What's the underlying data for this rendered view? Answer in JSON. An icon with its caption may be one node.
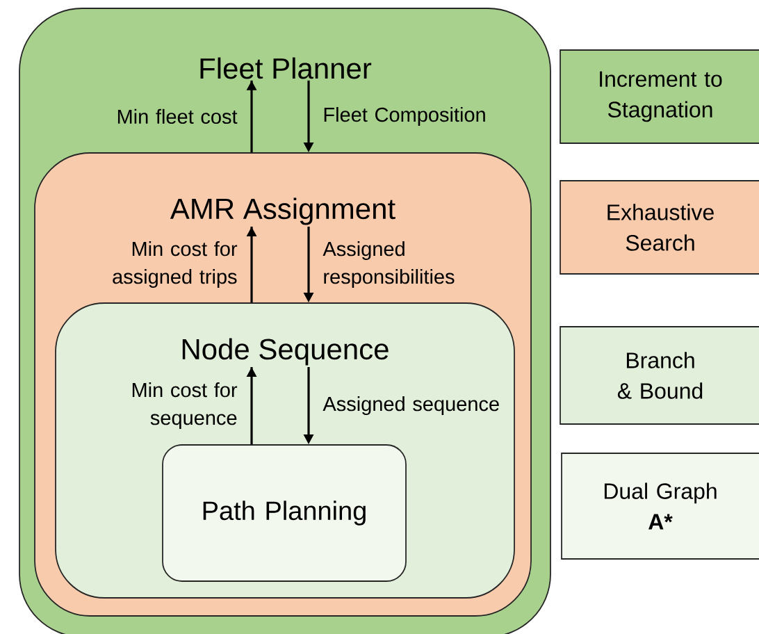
{
  "diagram": {
    "nodes": [
      {
        "text": [
          "Fleet Planner"
        ]
      },
      {
        "text": [
          "AMR Assignment"
        ],
        "in": 0
      },
      {
        "text": [
          "Node Sequence"
        ],
        "in": 1
      },
      {
        "text": [
          "Path Planning"
        ],
        "in": 2
      },
      {
        "text": [
          "Increment to Stagnation"
        ]
      },
      {
        "text": [
          "Exhaustive Search"
        ]
      },
      {
        "text": [
          "Branch & Bound"
        ]
      },
      {
        "text": [
          "Dual Graph",
          "A*"
        ]
      }
    ],
    "edges": [
      {
        "from": 1,
        "to": 0,
        "arrow": "to",
        "label": "Min fleet cost"
      },
      {
        "from": 0,
        "to": 1,
        "arrow": "to",
        "label": "Fleet Composition"
      },
      {
        "from": 2,
        "to": 1,
        "arrow": "to",
        "label": "Min cost for assigned trips"
      },
      {
        "from": 1,
        "to": 2,
        "arrow": "to",
        "label": "Assigned responsibilities"
      },
      {
        "from": 3,
        "to": 2,
        "arrow": "to",
        "label": "Min cost for sequence"
      },
      {
        "from": 2,
        "to": 3,
        "arrow": "to",
        "label": "Assigned sequence"
      }
    ]
  }
}
